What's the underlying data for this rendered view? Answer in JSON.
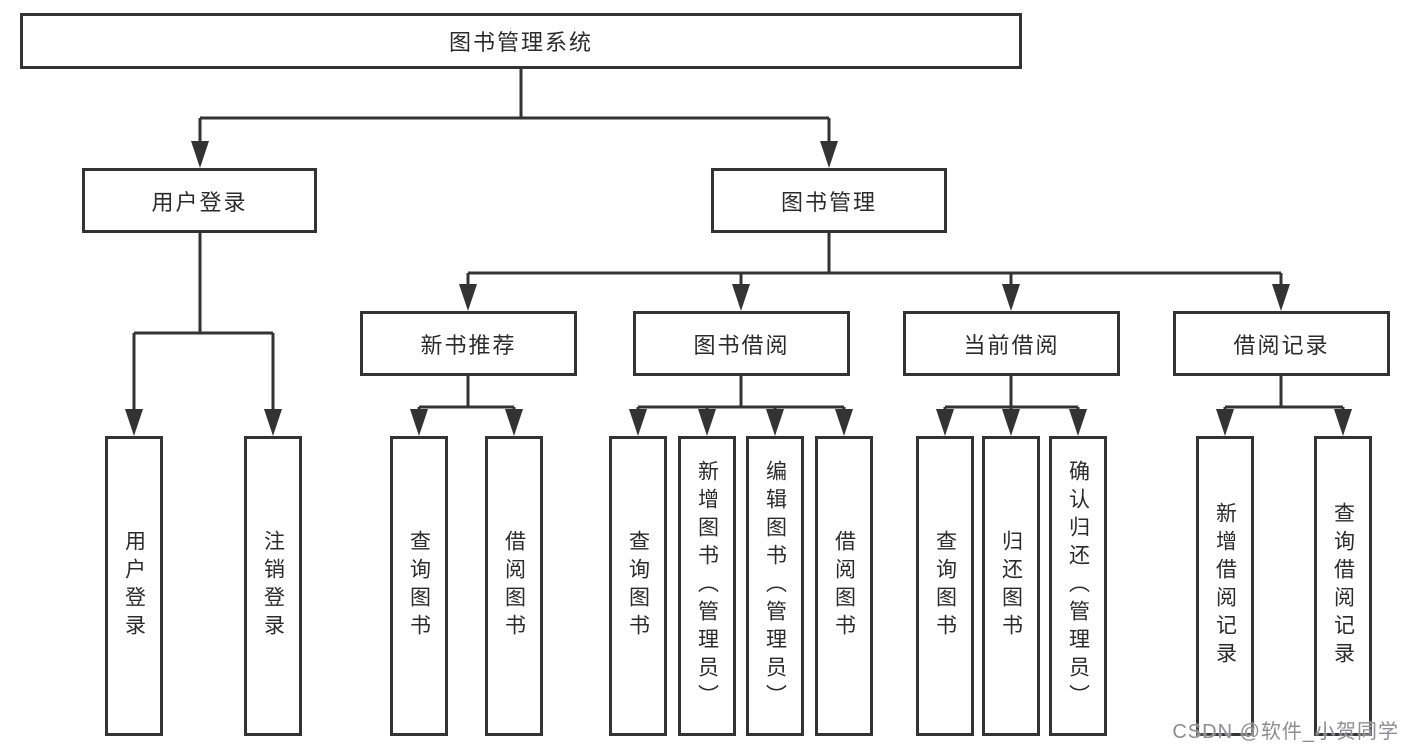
{
  "diagram": {
    "root_label": "图书管理系统",
    "branches": [
      {
        "label": "用户登录",
        "children": [
          {
            "label": "用户登录"
          },
          {
            "label": "注销登录"
          }
        ]
      },
      {
        "label": "图书管理",
        "groups": [
          {
            "label": "新书推荐",
            "children": [
              {
                "label": "查询图书"
              },
              {
                "label": "借阅图书"
              }
            ]
          },
          {
            "label": "图书借阅",
            "children": [
              {
                "label": "查询图书"
              },
              {
                "label": "新增图书（管理员）"
              },
              {
                "label": "编辑图书（管理员）"
              },
              {
                "label": "借阅图书"
              }
            ]
          },
          {
            "label": "当前借阅",
            "children": [
              {
                "label": "查询图书"
              },
              {
                "label": "归还图书"
              },
              {
                "label": "确认归还（管理员）"
              }
            ]
          },
          {
            "label": "借阅记录",
            "children": [
              {
                "label": "新增借阅记录"
              },
              {
                "label": "查询借阅记录"
              }
            ]
          }
        ]
      }
    ]
  },
  "watermark": {
    "text": "CSDN @软件_小贺同学"
  },
  "colors": {
    "line": "#333333",
    "box_border": "#333333",
    "text": "#2b2b2b",
    "background": "#ffffff",
    "watermark": "#8d8d92"
  }
}
